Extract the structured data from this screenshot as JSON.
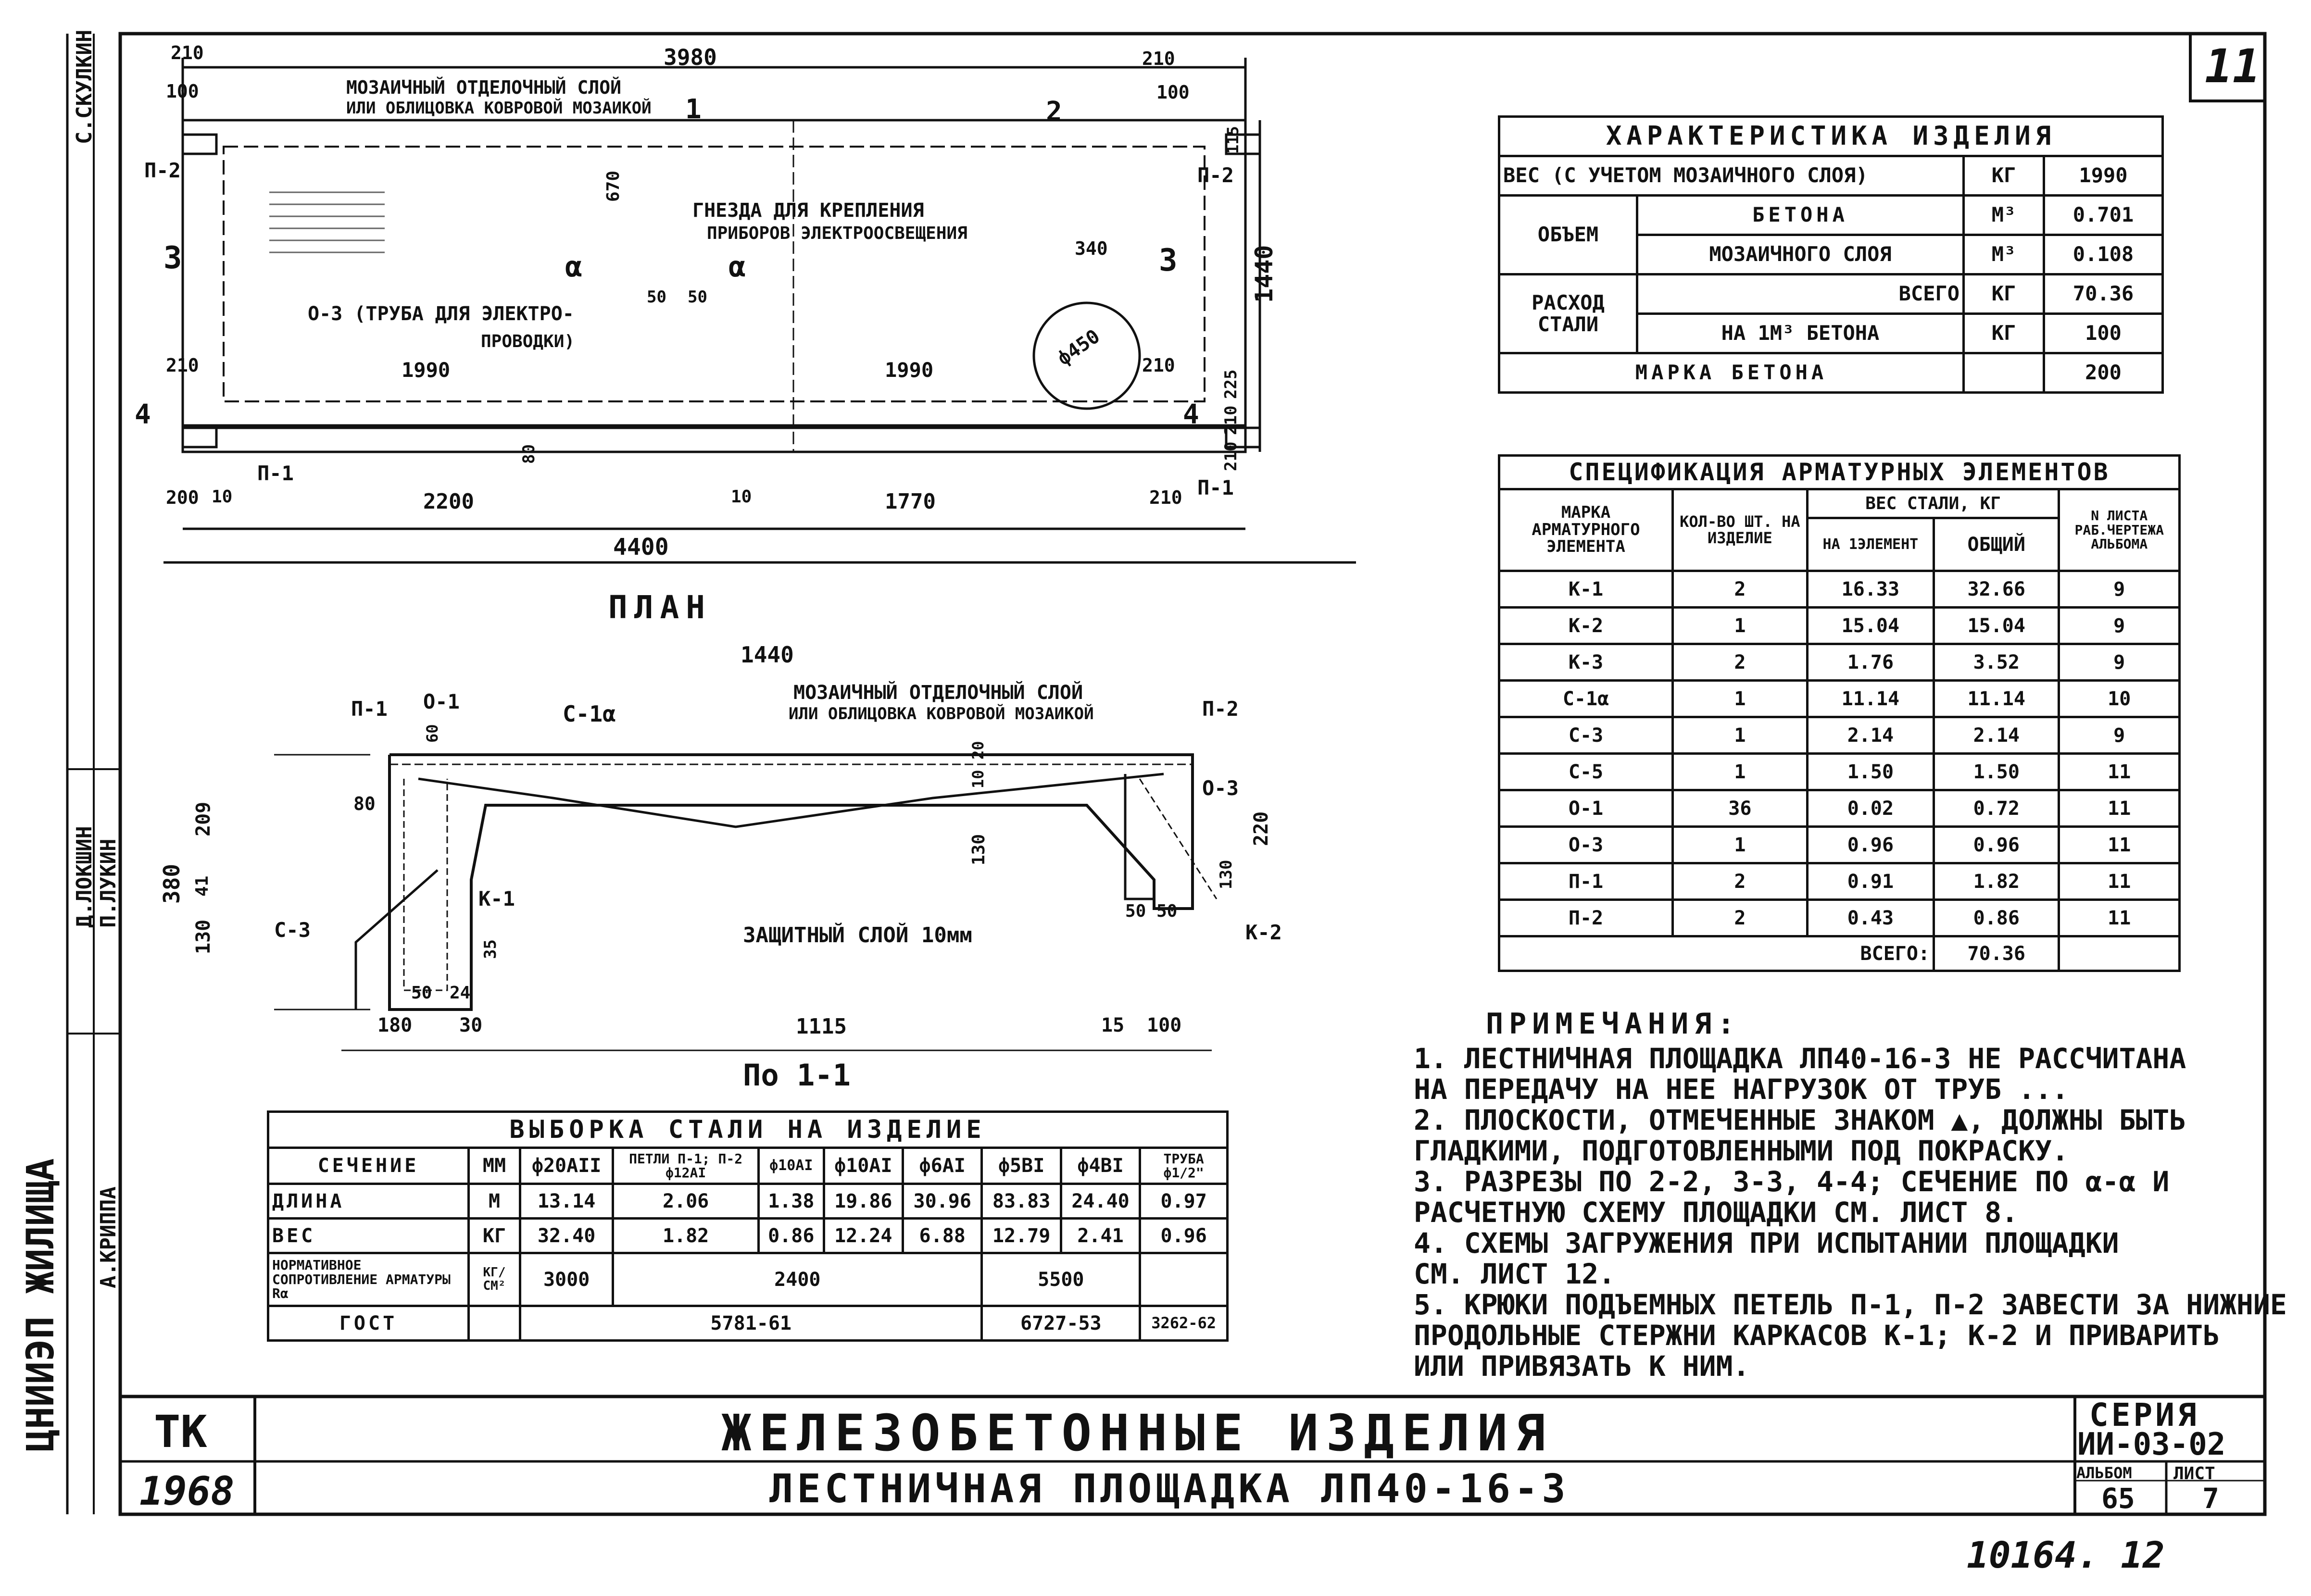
{
  "sheet_number": "11",
  "plan": {
    "title": "ПЛАН",
    "dim_overall_top": "3980",
    "dim_top_left_210": "210",
    "dim_top_left_100": "100",
    "dim_top_right_210": "210",
    "dim_top_right_100": "100",
    "label_mosaic": "МОЗАИЧНЫЙ ОТДЕЛОЧНЫЙ СЛОЙ",
    "label_mosaic2": "ИЛИ ОБЛИЦОВКА КОВРОВОЙ МОЗАИКОЙ",
    "cut_1": "1",
    "cut_2": "2",
    "cut_3": "3",
    "cut_4": "4",
    "p2_left": "П-2",
    "p2_right": "П-2",
    "p1_left": "П-1",
    "p1_right": "П-1",
    "dim_670": "670",
    "label_nests": "ГНЕЗДА ДЛЯ КРЕПЛЕНИЯ",
    "label_nests2": "ПРИБОРОВ ЭЛЕКТРООСВЕЩЕНИЯ",
    "section_a_left": "α",
    "section_a_right": "α",
    "dim_50a": "50",
    "dim_50b": "50",
    "dim_340": "340",
    "label_pipe": "О-3 (ТРУБА  ДЛЯ ЭЛЕКТРО-",
    "label_pipe2": "ПРОВОДКИ)",
    "dim_diam": "ф450",
    "dim_1440": "1440",
    "dim_115": "115",
    "dim_225": "225",
    "dim_210r": "210",
    "dim_210b": "210",
    "dim_210l": "210",
    "dim_1990a": "1990",
    "dim_1990b": "1990",
    "dim_210c": "210",
    "dim_80": "80",
    "dim_200": "200",
    "dim_10a": "10",
    "dim_2200": "2200",
    "dim_10b": "10",
    "dim_1770": "1770",
    "dim_210d": "210",
    "dim_4400": "4400"
  },
  "section": {
    "title": "По 1-1",
    "dim_1440": "1440",
    "p1": "П-1",
    "o1": "О-1",
    "c1a": "С-1α",
    "label_mosaic": "МОЗАИЧНЫЙ ОТДЕЛОЧНЫЙ СЛОЙ",
    "label_mosaic2": "ИЛИ ОБЛИЦОВКА КОВРОВОЙ МОЗАИКОЙ",
    "p2": "П-2",
    "o3": "О-3",
    "k1": "К-1",
    "k2": "К-2",
    "c3": "С-3",
    "label_protect": "ЗАЩИТНЫЙ СЛОЙ 10мм",
    "dim_380": "380",
    "dim_209": "209",
    "dim_41": "41",
    "dim_130a": "130",
    "dim_80": "80",
    "dim_60": "60",
    "dim_20": "20",
    "dim_10": "10",
    "dim_130b": "130",
    "dim_220": "220",
    "dim_130c": "130",
    "dim_35": "35",
    "dim_50a": "50",
    "dim_24": "24",
    "dim_50b": "50",
    "dim_50c": "50",
    "dim_180": "180",
    "dim_30": "30",
    "dim_1115": "1115",
    "dim_15": "15",
    "dim_100": "100"
  },
  "characteristics": {
    "title": "ХАРАКТЕРИСТИКА  ИЗДЕЛИЯ",
    "weight_label": "ВЕС (С УЧЕТОМ МОЗАИЧНОГО СЛОЯ)",
    "weight_unit": "КГ",
    "weight_value": "1990",
    "volume_label": "ОБЪЕМ",
    "concrete_label": "БЕТОНА",
    "concrete_unit": "М³",
    "concrete_value": "0.701",
    "mosaic_label": "МОЗАИЧНОГО СЛОЯ",
    "mosaic_unit": "М³",
    "mosaic_value": "0.108",
    "steel_label": "РАСХОД",
    "steel_label2": "СТАЛИ",
    "total_label": "ВСЕГО",
    "total_unit": "КГ",
    "total_value": "70.36",
    "per_m3_label": "НА 1М³ БЕТОНА",
    "per_m3_unit": "КГ",
    "per_m3_value": "100",
    "grade_label": "МАРКА  БЕТОНА",
    "grade_value": "200"
  },
  "spec": {
    "title": "СПЕЦИФИКАЦИЯ АРМАТУРНЫХ  ЭЛЕМЕНТОВ",
    "h_mark": "МАРКА АРМАТУРНОГО ЭЛЕМЕНТА",
    "h_qty": "КОЛ-ВО ШТ. НА ИЗДЕЛИЕ",
    "h_weight": "ВЕС СТАЛИ, КГ",
    "h_per": "НА 1ЭЛЕМЕНТ",
    "h_total": "ОБЩИЙ",
    "h_sheet": "N ЛИСТА РАБ.ЧЕРТЕЖА АЛЬБОМА",
    "rows": [
      {
        "mark": "К-1",
        "qty": "2",
        "per": "16.33",
        "total": "32.66",
        "sheet": "9"
      },
      {
        "mark": "К-2",
        "qty": "1",
        "per": "15.04",
        "total": "15.04",
        "sheet": "9"
      },
      {
        "mark": "К-3",
        "qty": "2",
        "per": "1.76",
        "total": "3.52",
        "sheet": "9"
      },
      {
        "mark": "С-1α",
        "qty": "1",
        "per": "11.14",
        "total": "11.14",
        "sheet": "10"
      },
      {
        "mark": "С-3",
        "qty": "1",
        "per": "2.14",
        "total": "2.14",
        "sheet": "9"
      },
      {
        "mark": "С-5",
        "qty": "1",
        "per": "1.50",
        "total": "1.50",
        "sheet": "11"
      },
      {
        "mark": "О-1",
        "qty": "36",
        "per": "0.02",
        "total": "0.72",
        "sheet": "11"
      },
      {
        "mark": "О-3",
        "qty": "1",
        "per": "0.96",
        "total": "0.96",
        "sheet": "11"
      },
      {
        "mark": "П-1",
        "qty": "2",
        "per": "0.91",
        "total": "1.82",
        "sheet": "11"
      },
      {
        "mark": "П-2",
        "qty": "2",
        "per": "0.43",
        "total": "0.86",
        "sheet": "11"
      }
    ],
    "sum_label": "ВСЕГО:",
    "sum_value": "70.36"
  },
  "steel": {
    "title": "ВЫБОРКА  СТАЛИ  НА  ИЗДЕЛИЕ",
    "h_section": "СЕЧЕНИЕ",
    "h_mm": "ММ",
    "cols": [
      "ф20АII",
      "ф12АI",
      "ф10АI",
      "ф10АI",
      "ф6АI",
      "ф5ВI",
      "ф4ВI",
      "ф1/2\""
    ],
    "loops_header": "ПЕТЛИ П-1; П-2",
    "pipe_header": "ТРУБА",
    "r_len": "ДЛИНА",
    "u_len": "М",
    "len": [
      "13.14",
      "2.06",
      "1.38",
      "19.86",
      "30.96",
      "83.83",
      "24.40",
      "0.97"
    ],
    "r_weight": "ВЕС",
    "u_weight": "КГ",
    "weight": [
      "32.40",
      "1.82",
      "0.86",
      "12.24",
      "6.88",
      "12.79",
      "2.41",
      "0.96"
    ],
    "r_norm": "НОРМАТИВНОЕ СОПРОТИВЛЕНИЕ АРМАТУРЫ Rα",
    "u_norm": "КГ/СМ²",
    "norm_a": "3000",
    "norm_b": "2400",
    "norm_c": "5500",
    "r_gost": "ГОСТ",
    "gost_a": "5781-61",
    "gost_b": "6727-53",
    "gost_c": "3262-62"
  },
  "notes": {
    "title": "ПРИМЕЧАНИЯ:",
    "items": [
      "1. ЛЕСТНИЧНАЯ ПЛОЩАДКА ЛП40-16-3 НЕ РАССЧИТАНА",
      "   НА ПЕРЕДАЧУ НА НЕЕ НАГРУЗОК ОТ ТРУБ ...",
      "2. ПЛОСКОСТИ, ОТМЕЧЕННЫЕ ЗНАКОМ ▲, ДОЛЖНЫ БЫТЬ",
      "   ГЛАДКИМИ, ПОДГОТОВЛЕННЫМИ ПОД ПОКРАСКУ.",
      "3. РАЗРЕЗЫ ПО 2-2, 3-3, 4-4; СЕЧЕНИЕ ПО α-α И",
      "   РАСЧЕТНУЮ СХЕМУ ПЛОЩАДКИ СМ. ЛИСТ 8.",
      "4. СХЕМЫ ЗАГРУЖЕНИЯ ПРИ ИСПЫТАНИИ ПЛОЩАДКИ",
      "   СМ. ЛИСТ 12.",
      "5. КРЮКИ ПОДЪЕМНЫХ ПЕТЕЛЬ П-1, П-2 ЗАВЕСТИ ЗА НИЖНИЕ",
      "   ПРОДОЛЬНЫЕ СТЕРЖНИ КАРКАСОВ К-1; К-2 И ПРИВАРИТЬ",
      "   ИЛИ ПРИВЯЗАТЬ К НИМ."
    ]
  },
  "title_block": {
    "org": "ТК",
    "year": "1968",
    "main_title": "ЖЕЛЕЗОБЕТОННЫЕ  ИЗДЕЛИЯ",
    "sub_title": "ЛЕСТНИЧНАЯ  ПЛОЩАДКА  ЛП40-16-3",
    "series_label": "СЕРИЯ",
    "series_value": "ИИ-03-02",
    "album_label": "АЛЬБОМ",
    "album_value": "65",
    "sheet_label": "ЛИСТ",
    "sheet_value": "7",
    "left_org": "ЦНИИЭП ЖИЛИЩА",
    "stamp_top": "С.СКУЛКИН",
    "stamp_mid": "П.ЛУКИН",
    "stamp_mid2": "Д.ЛОКШИН",
    "stamp_low": "А.КРИППА"
  },
  "footer_mark": "10164. 12"
}
